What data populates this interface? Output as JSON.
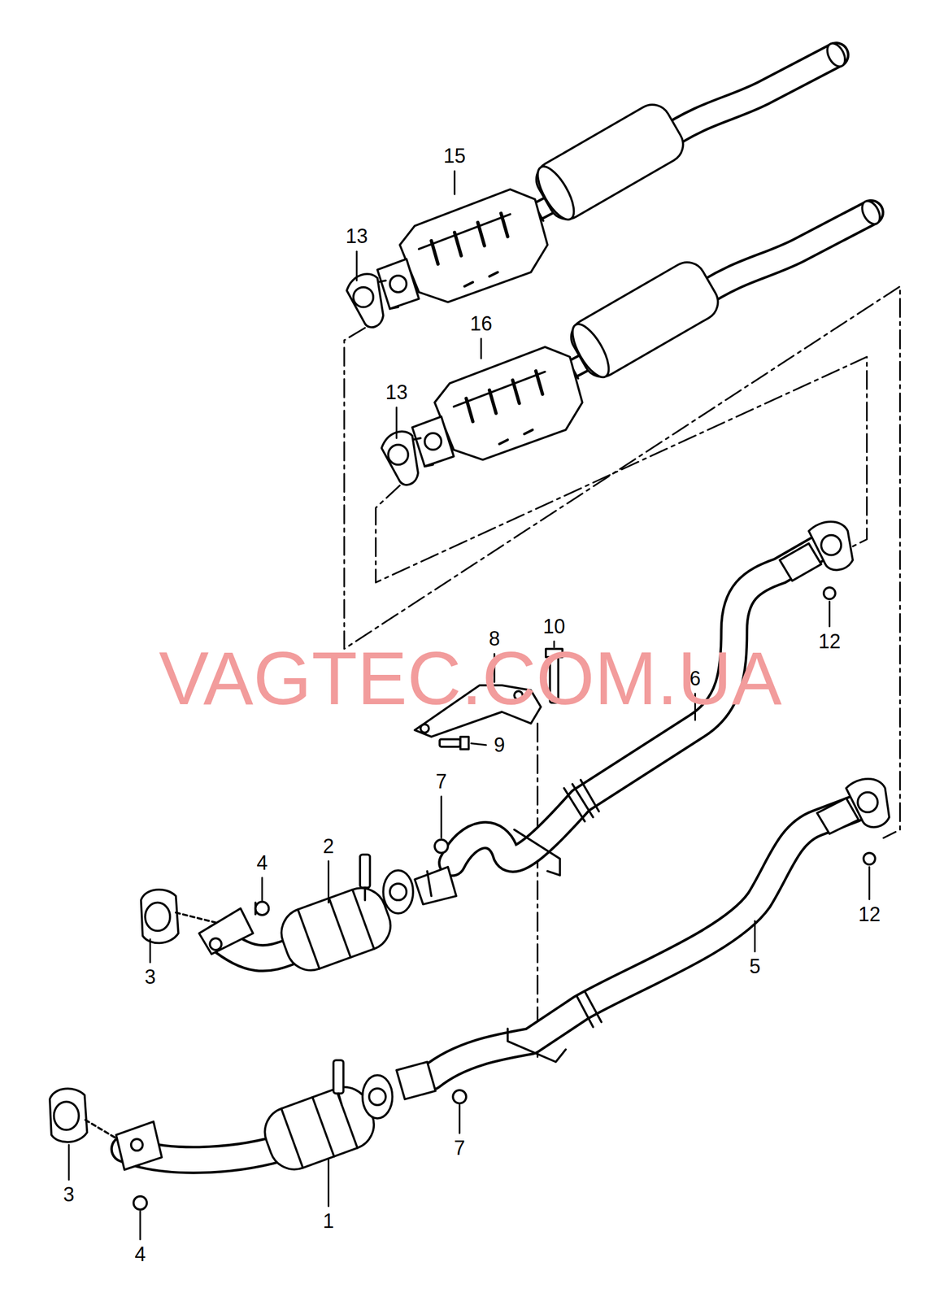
{
  "diagram": {
    "labels": [
      "15",
      "13",
      "16",
      "13",
      "8",
      "10",
      "12",
      "6",
      "9",
      "7",
      "4",
      "2",
      "3",
      "12",
      "5",
      "7",
      "3",
      "1",
      "4",
      "VAGTEC.COM.UA"
    ]
  }
}
